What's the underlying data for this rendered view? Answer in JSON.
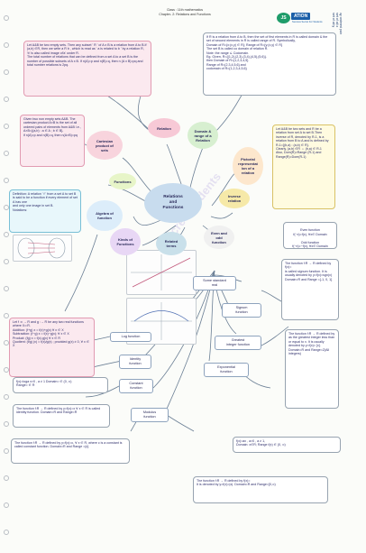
{
  "header": {
    "line1": "Class : 11th mathematics",
    "line2": "Chapter- 2: Relations and Functions"
  },
  "logo": {
    "mark": "JS",
    "word": "ATION",
    "tag": "Success Secret For Students"
  },
  "side_note": "xy ordered pair\nset of all x\nset of all y",
  "watermark": "EduRev Secret Students",
  "center": "Relations\nand\nFunctions",
  "bubbles": {
    "relation": "Relation",
    "domain_range": "Domain &\nrange of a\nRelation",
    "cartesian": "Cartesian\nproduct of\nsets",
    "functions": "Functions",
    "pictorial": "Pictorial\nrepresentat\nion of a\nrelation",
    "inverse": "Inverse\nrelation",
    "algebra": "Algebra of\nfunction",
    "kinds": "Kinds of\nFunctions",
    "related": "Related\nterms",
    "even_odd": "Even and\nodd\nfunction"
  },
  "nodes": {
    "some_standard": "Some standard\nreal",
    "signum": "Signum\nfunction",
    "greatest": "Greatest\ninteger function",
    "exponential": "Exponential\nfunction",
    "log": "Log function",
    "identity": "Identity\nfunction",
    "constant": "Constant\nfunction",
    "modulus": "Modulus\nfunction"
  },
  "texts": {
    "ab_sets": "Let A&B be two empty sets. Then any subset ' R ' of A x B is a relation from A to B.If (a,b) ∈R, then we write a R b , which is read as ' a is related to b ' by a relation R, 'b' is also called image of'a' under R.\nThe total number of relations that can be defined from a set A to a set B is the number of possible subsets of A x B. If n(A)=p and n(B)=q, then n (A x B)=pq and total number relations is 2pq.",
    "relation_def": "If R is a relation from A to B, then the set of first elements in R is called domain & the set of second elements in R is called range of R. Symbolically,\nDomain of R={x:(x,y) ∈ R}; Range of R={y:(x,y) ∈ R}\nThe set B is called co domain of relation R.\nNote: the range ⊆ Codomain.\nEg. Given, R={(1,2),(2,3),(3,4),(4,5),(5,6)}.\nthen Domain of R={1,2,3,4,5}\nRange of R={2,3,4,5,6} and\ncodomain of R={1,2,3,4,5,6}",
    "cartesian_def": "Given two non empty sets A&B. The cartesian product A×B is the set of all ordered pairs of elements from A&B i.e., A×B={(a,b) : a ∈ A ; b ∈ B}.\nif n(A)=p and n(B)=q, then n(A×B)=pq",
    "inverse_def": "Let A&B be two sets and R be a relation from set A to set B.Then inverse of R, denoted by R-1, is a relation from B to A and is defined by\nR-1={(b,a) : (a,b) ∈ R}.\nClearly, (a,b) ∈R ⇔ (b,a) ∈ R-1\nAlso, Dom(R)=Range (R-1) and\nRange(R)=Dom(R-1)",
    "function_def": "Definition: A relation ' f ' from a set A to set B is said to be a function if every element of set A has one\nand only one image in set B.\nNotations:",
    "even_fn": "Even function\nf(−x)=f(x), ∀x∈ Domain",
    "odd_fn": "Odd function\nf(−x)=−f(x), ∀x∈ Domain",
    "algebra_def": "Let f :x → R and g :→ R be any two real functions where X⊂R.\nAddition: (f+g) x = f(x)+g(x) ∀ x ∈ X\nSubtraction: (f−g) x = f(x)−g(x); ∀ x ∈ X\nProduct: (fg) x = f(x).g(x) ∀ x ∈ R\nQuotient: (f/g) (x) = f(x)/g(x) ; provided g(x) ≠ 0, ∀ x ∈ X",
    "signum_def": "The function f:R → R defined by f(x)=\nis called signum function. It is usually denoted by y=f(x)=sgn(x) Domain=R and Range ={-1, 0, 1}",
    "greatest_def": "The function f:R → R defined by as the greatest integer less than or equal to x. It is usually denoted by y=f(x)= [x].\nDomain=R and Range=Z(All integers)",
    "exponential_def": "f(x)=ax , a>0 , a ≠ 1,\nDomain: x∈R; Range f(x) ∈ (0, ∞)",
    "log_def": "f(x)=loga x>0 , a ≠ 1 Domain= ∈ (0, ∞)\nRange= ∈ R",
    "identity_def": "The function f:R → R defined by y=f(x)=x ∀ x ∈ R is called identity function. Domain=R and Range=R",
    "constant_def": "The function f:R → R defined by y=f(x)=c, ∀ x ∈ R, where c is a constant is called constant function. Domain=R and Range ={c}",
    "modulus_def": "The function f:R → R defined by f(x)=\nIt is denoted by y=f(x)=|x|. Domain=R and Range=[0,∞)"
  },
  "colors": {
    "center": "#c8dcee",
    "relation": "#f7c9d6",
    "domain_range": "#d7efd0",
    "cartesian": "#f8d4dd",
    "functions": "#e7f5c8",
    "pictorial": "#fde7cd",
    "inverse": "#f6e9a8",
    "algebra": "#dcedfa",
    "kinds": "#e8d7f5",
    "related": "#c9e0ea",
    "even_odd": "#f0f0f0"
  }
}
